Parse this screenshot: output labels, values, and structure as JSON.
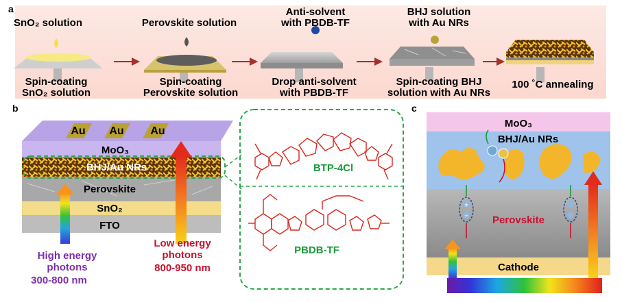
{
  "panel_a": {
    "label": "a",
    "steps": [
      {
        "top": "SnO₂ solution",
        "top2": "",
        "bottom": "Spin-coating",
        "bottom2": "SnO₂ solution"
      },
      {
        "top": "Perovskite solution",
        "top2": "",
        "bottom": "Spin-coating",
        "bottom2": "Perovskite solution"
      },
      {
        "top": "Anti-solvent",
        "top2": "with PBDB-TF",
        "bottom": "Drop anti-solvent",
        "bottom2": "with  PBDB-TF"
      },
      {
        "top": "BHJ solution",
        "top2": "with Au NRs",
        "bottom": "Spin-coating BHJ",
        "bottom2": "solution with Au NRs"
      },
      {
        "top": "",
        "top2": "",
        "bottom": "100 ˚C annealing",
        "bottom2": ""
      }
    ]
  },
  "panel_b": {
    "label": "b",
    "electrodes": [
      "Au",
      "Au",
      "Au"
    ],
    "layers": {
      "moo3": "MoO₃",
      "bhj": "BHJ/Au NRs",
      "perovskite": "Perovskite",
      "sno2": "SnO₂",
      "fto": "FTO"
    },
    "high_energy": {
      "line1": "High energy",
      "line2": "photons",
      "range": "300-800 nm"
    },
    "low_energy": {
      "line1": "Low energy",
      "line2": "photons",
      "range": "800-950 nm"
    },
    "molecules": {
      "top": "BTP-4Cl",
      "bottom": "PBDB-TF"
    }
  },
  "panel_c": {
    "label": "c",
    "layers": {
      "moo3": "MoO₃",
      "bhj": "BHJ/Au NRs",
      "perovskite": "Perovskite",
      "cathode": "Cathode"
    },
    "charge_plus": "+",
    "charge_minus": "−"
  },
  "colors": {
    "purple_text": "#7b2fa8",
    "red_text": "#c8102e",
    "green_text": "#1a9a3a",
    "molecule_red": "#d9261c"
  }
}
